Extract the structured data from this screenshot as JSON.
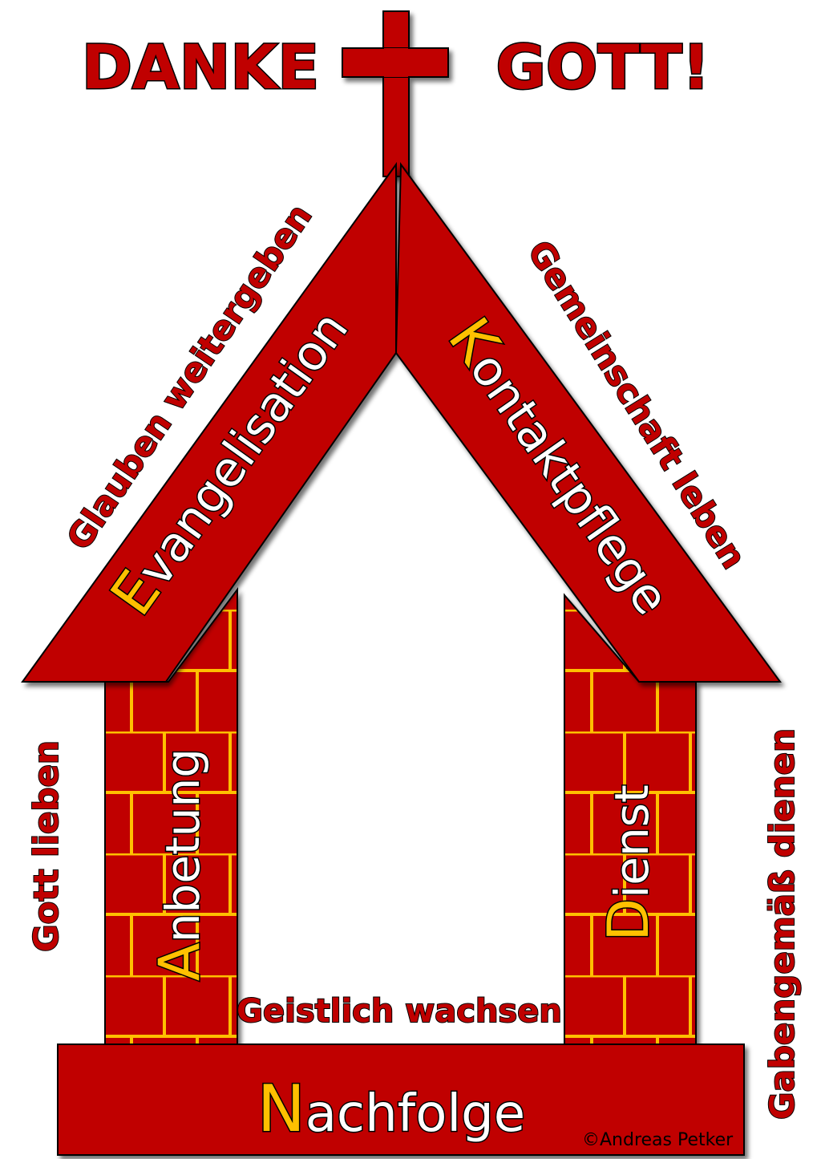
{
  "title": {
    "left": "DANKE",
    "right": "GOTT!"
  },
  "elements": {
    "evangelisation": {
      "initial": "E",
      "rest": "vangelisation"
    },
    "kontaktpflege": {
      "initial": "K",
      "rest": "ontaktpflege"
    },
    "anbetung": {
      "initial": "A",
      "rest": "nbetung"
    },
    "dienst": {
      "initial": "D",
      "rest": "ienst"
    },
    "nachfolge": {
      "initial": "N",
      "rest": "achfolge"
    }
  },
  "labels": {
    "glauben": "Glauben weitergeben",
    "gemeinschaft": "Gemeinschaft leben",
    "gott_lieben": "Gott lieben",
    "gabengemaess": "Gabengemäß dienen",
    "geistlich": "Geistlich wachsen"
  },
  "credit": "©Andreas Petker",
  "colors": {
    "brick_red": "#c00000",
    "mortar_yellow": "#ffc000",
    "initial_yellow": "#ffc000",
    "outline": "#000000"
  }
}
